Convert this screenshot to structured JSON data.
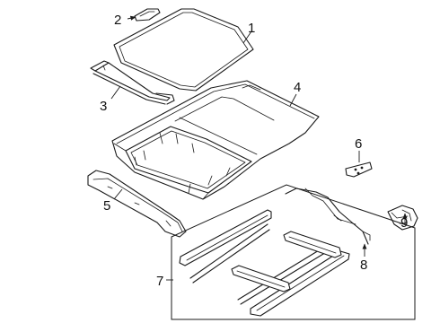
{
  "callouts": [
    {
      "id": "c1",
      "label": "1"
    },
    {
      "id": "c2",
      "label": "2"
    },
    {
      "id": "c3",
      "label": "3"
    },
    {
      "id": "c4",
      "label": "4"
    },
    {
      "id": "c5",
      "label": "5"
    },
    {
      "id": "c6",
      "label": "6"
    },
    {
      "id": "c7",
      "label": "7"
    },
    {
      "id": "c8",
      "label": "8"
    },
    {
      "id": "c9",
      "label": "9"
    }
  ],
  "colors": {
    "line": "#1a1a1a",
    "background": "#ffffff"
  }
}
